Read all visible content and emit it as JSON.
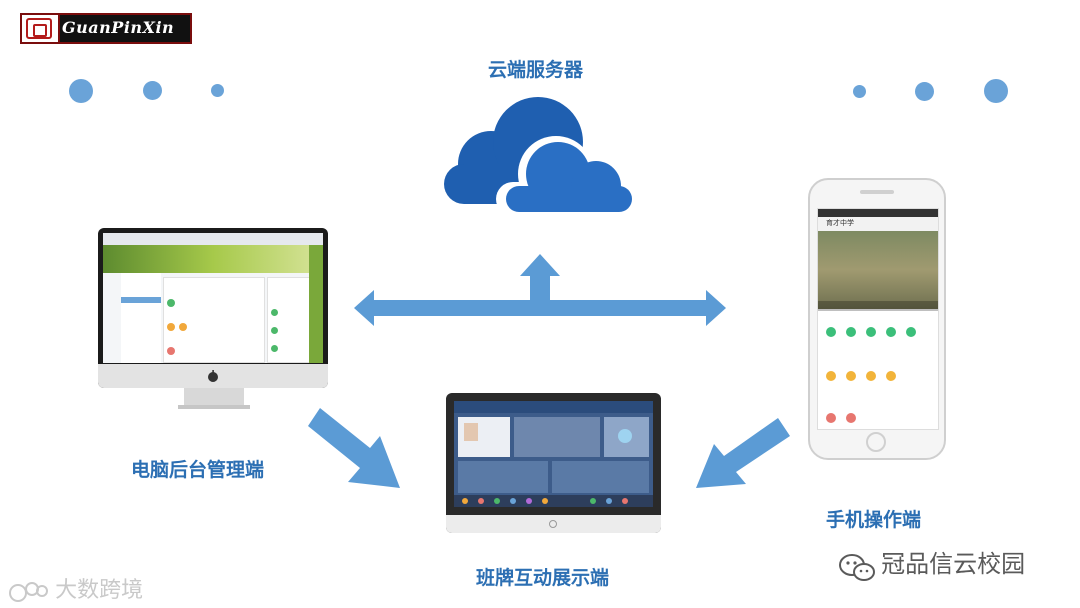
{
  "logo": {
    "text": "GuanPinXin"
  },
  "nodes": {
    "cloud": {
      "label": "云端服务器"
    },
    "computer": {
      "label": "电脑后台管理端"
    },
    "display": {
      "label": "班牌互动展示端"
    },
    "phone": {
      "label": "手机操作端"
    }
  },
  "watermarks": {
    "left": "大数跨境",
    "right": "冠品信云校园"
  },
  "phone_screen": {
    "school": "育才中学"
  },
  "colors": {
    "label": "#2c6fb3",
    "arrow": "#5b9bd5",
    "cloud": "#1f5fb0",
    "dot": "#6aa3d8"
  },
  "icons": {
    "cloud": "cloud-icon",
    "apple": "apple-icon",
    "wechat": "wechat-icon"
  }
}
